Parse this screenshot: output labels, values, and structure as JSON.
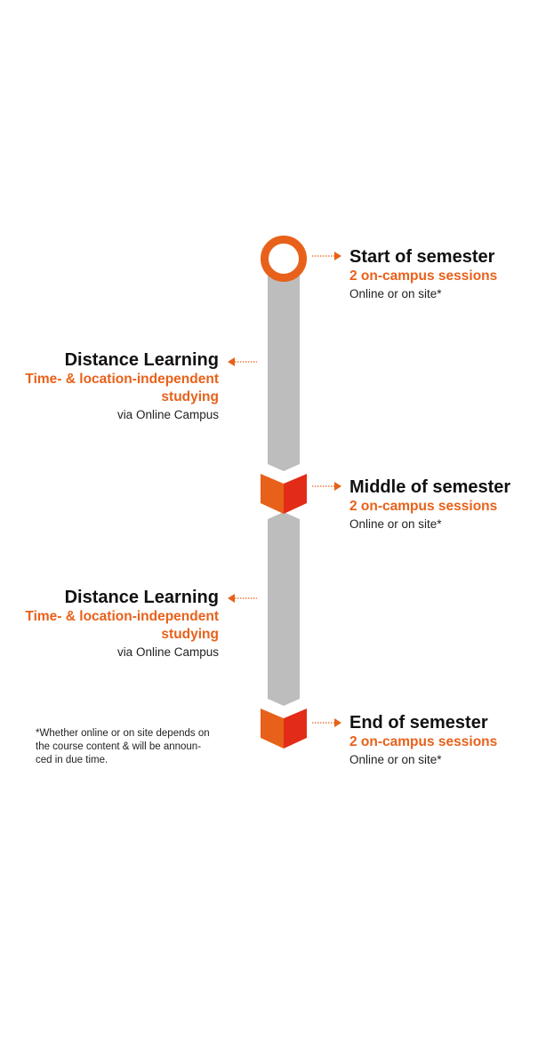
{
  "colors": {
    "accent": "#e8611a",
    "accent_dark": "#e32c18",
    "bar": "#bdbdbd",
    "text": "#111111"
  },
  "milestones": [
    {
      "title": "Start of semester",
      "subtitle": "2 on-campus sessions",
      "note": "Online or on site*",
      "icon": "ring-icon"
    },
    {
      "title": "Middle of semester",
      "subtitle": "2 on-campus sessions",
      "note": "Online or on site*",
      "icon": "book-icon"
    },
    {
      "title": "End of semester",
      "subtitle": "2 on-campus sessions",
      "note": "Online or on site*",
      "icon": "book-icon"
    }
  ],
  "phases": [
    {
      "title": "Distance Learning",
      "subtitle": "Time- & location-independent studying",
      "note": "via Online Campus"
    },
    {
      "title": "Distance Learning",
      "subtitle": "Time- & location-independent studying",
      "note": "via Online Campus"
    }
  ],
  "footnote": "*Whether online or on site depends on\nthe course content & will be announ-\nced in due time."
}
